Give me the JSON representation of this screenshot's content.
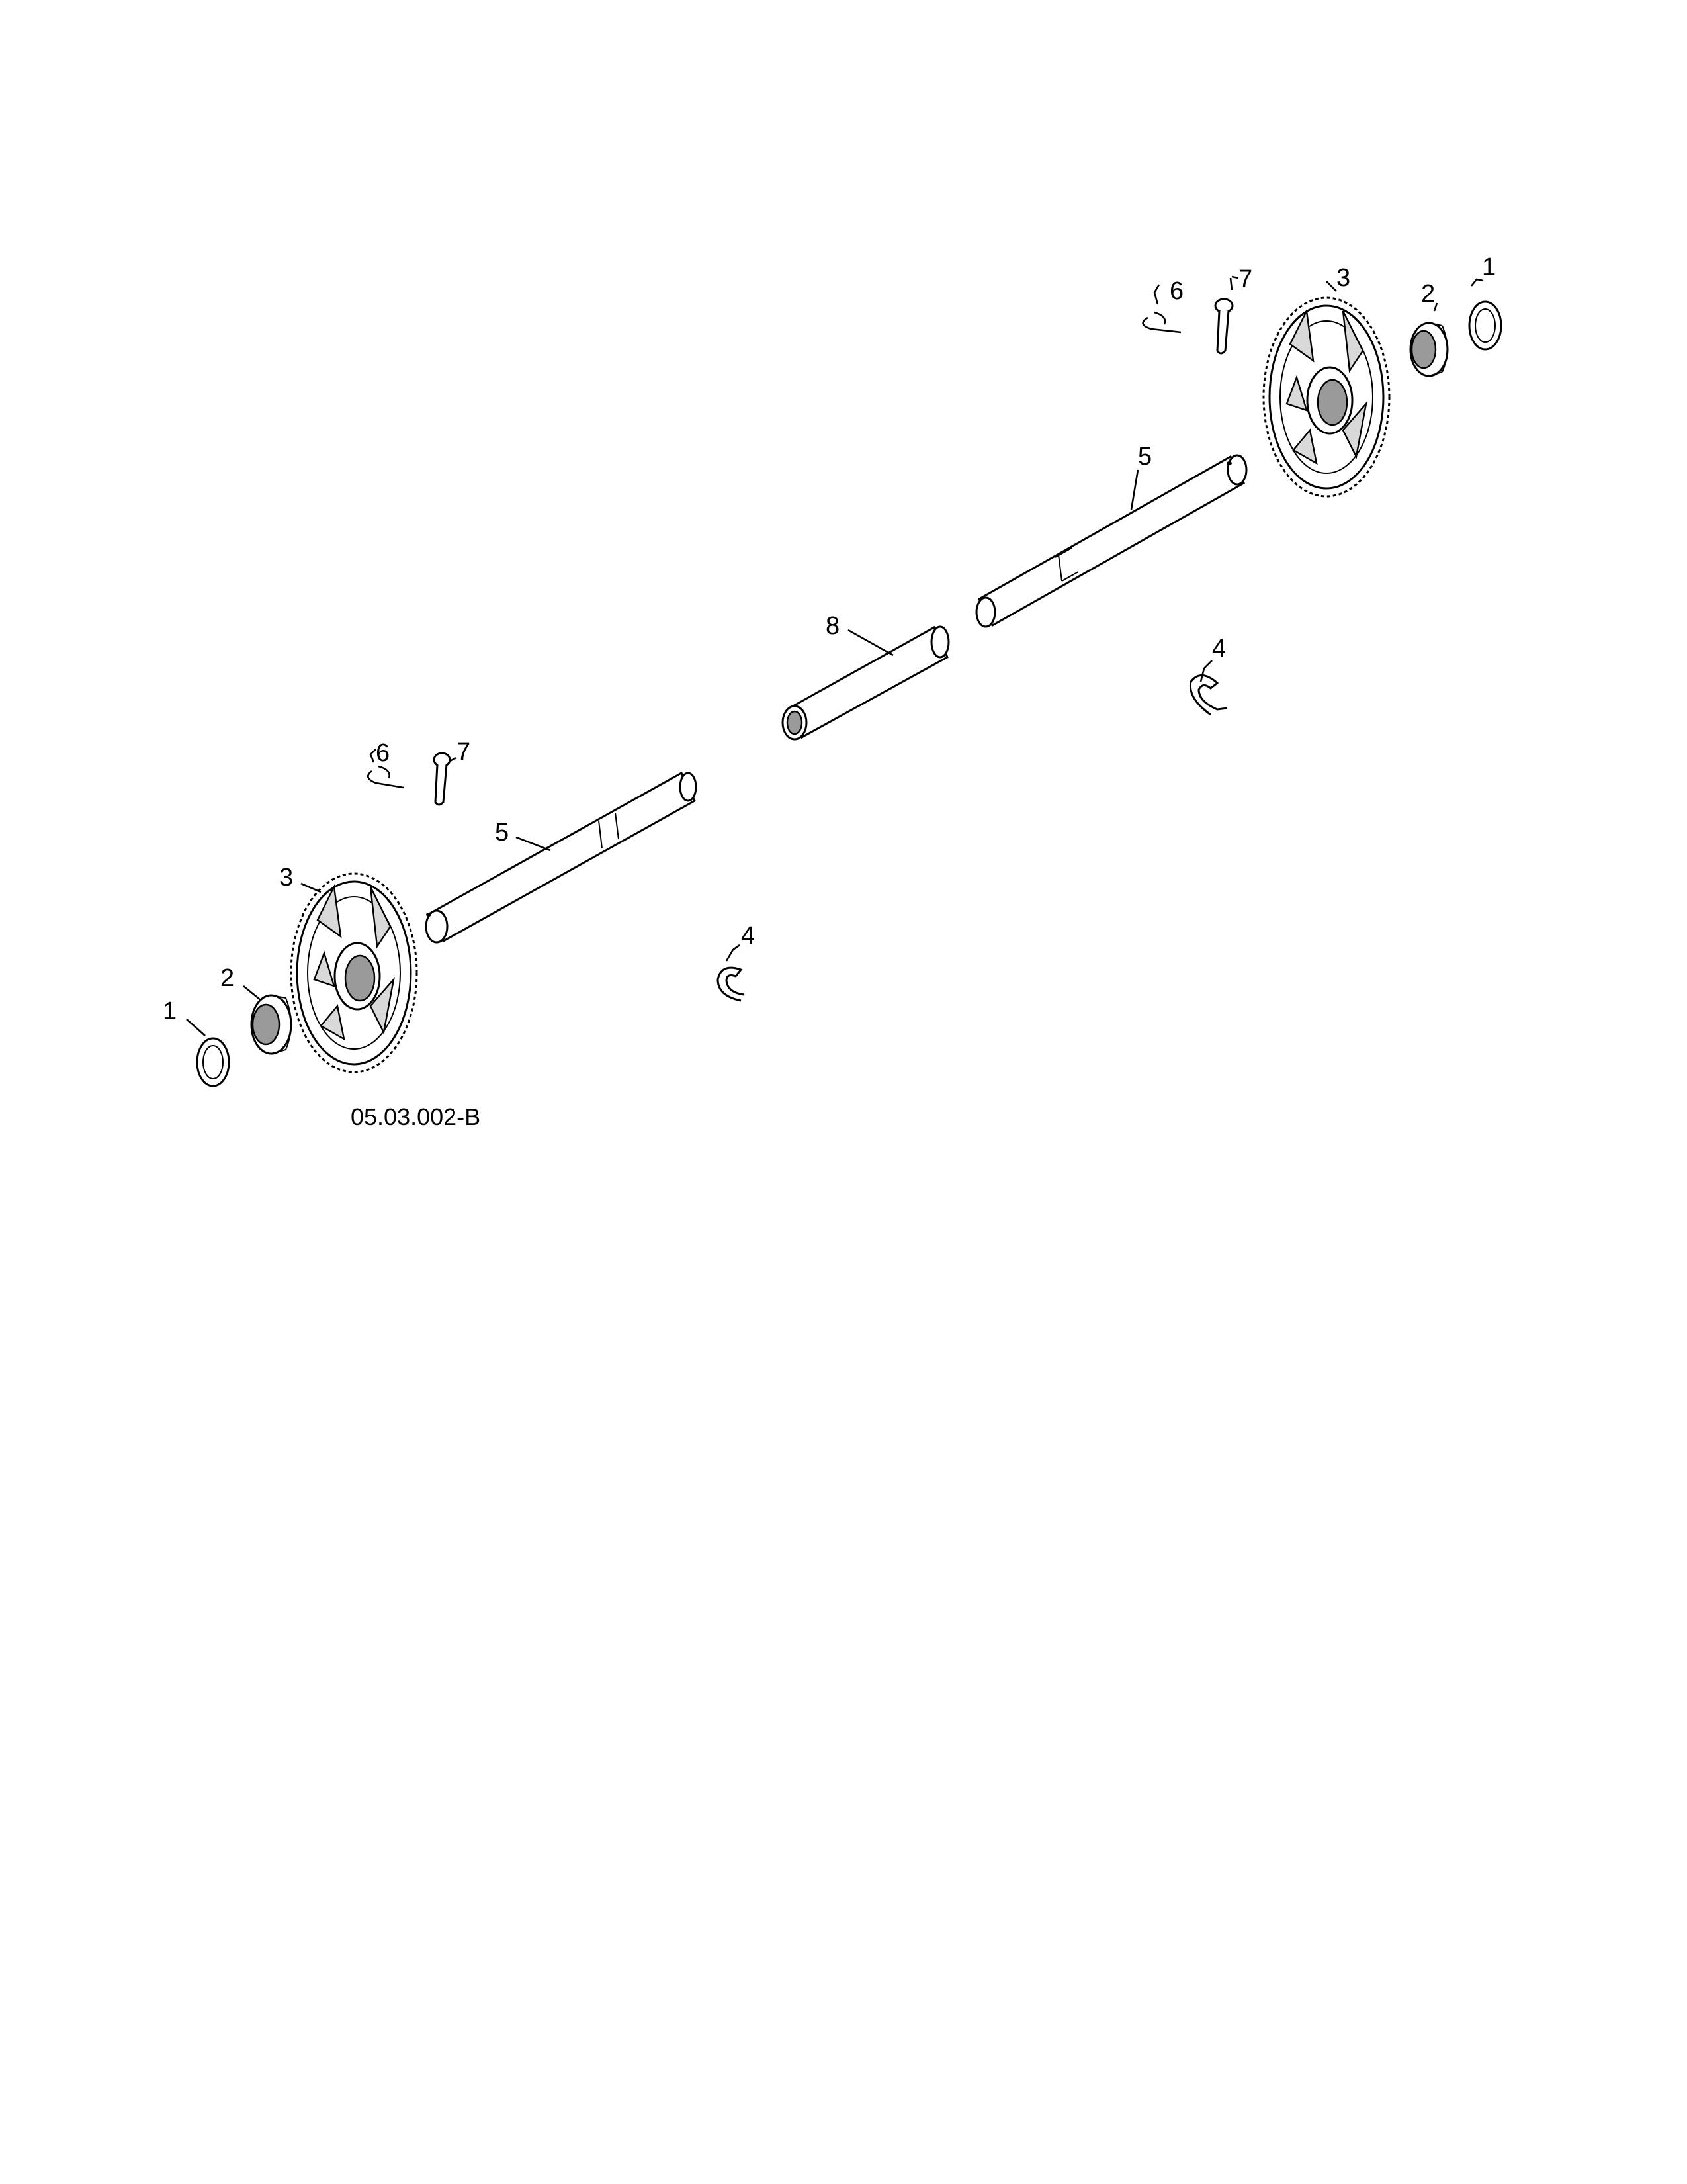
{
  "labels": {
    "l1": "1",
    "l2": "2",
    "l3": "3",
    "l4": "4",
    "l5": "5",
    "l6": "6",
    "l7": "7",
    "l8": "8",
    "r1": "1",
    "r2": "2",
    "r3": "3",
    "r4": "4",
    "r5": "5",
    "r6": "6",
    "r7": "7"
  },
  "drawing_code": "05.03.002-B"
}
